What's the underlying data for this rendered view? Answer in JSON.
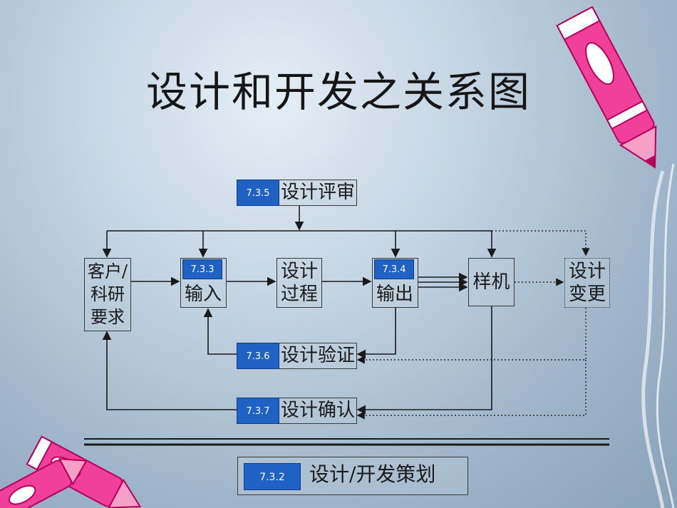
{
  "title": "设计和开发之关系图",
  "diagram": {
    "review": {
      "code": "7.3.5",
      "label": "设计评审"
    },
    "customer": {
      "label": "客户/\n科研\n要求"
    },
    "input": {
      "code": "7.3.3",
      "label": "输入"
    },
    "process": {
      "label": "设计\n过程"
    },
    "output": {
      "code": "7.3.4",
      "label": "输出"
    },
    "prototype": {
      "label": "样机"
    },
    "change": {
      "label": "设计\n变更"
    },
    "verification": {
      "code": "7.3.6",
      "label": "设计验证"
    },
    "validation": {
      "code": "7.3.7",
      "label": "设计确认"
    },
    "planning": {
      "code": "7.3.2",
      "label": "设计/开发策划"
    }
  }
}
